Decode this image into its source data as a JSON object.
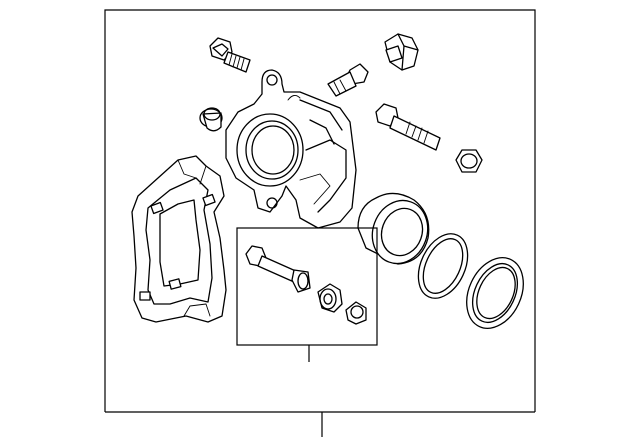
{
  "diagram": {
    "line_color": "#000000",
    "background": "#ffffff",
    "parts": [
      {
        "name": "caliper-bolt",
        "icon": "bolt-icon"
      },
      {
        "name": "bracket-bolt",
        "icon": "bolt-icon"
      },
      {
        "name": "bleeder-screw",
        "icon": "bleeder-icon"
      },
      {
        "name": "bleeder-cap",
        "icon": "cap-icon"
      },
      {
        "name": "caliper-housing",
        "icon": "caliper-icon"
      },
      {
        "name": "caliper-bracket",
        "icon": "bracket-icon"
      },
      {
        "name": "guide-pin-boot",
        "icon": "boot-icon"
      },
      {
        "name": "dust-cap",
        "icon": "cap-icon"
      },
      {
        "name": "piston",
        "icon": "piston-icon"
      },
      {
        "name": "piston-seal",
        "icon": "seal-icon"
      },
      {
        "name": "dust-boot",
        "icon": "boot-icon"
      },
      {
        "name": "guide-pin-kit",
        "icon": "kit-icon"
      }
    ]
  }
}
